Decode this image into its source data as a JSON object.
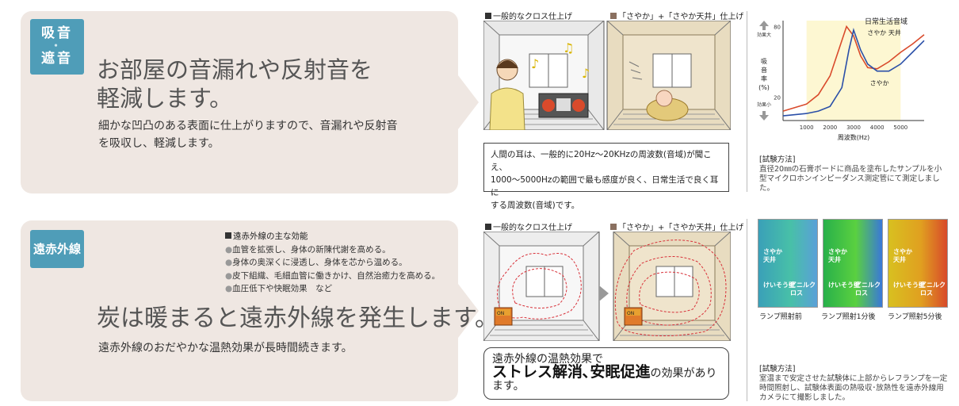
{
  "section1": {
    "badge_line1": "吸音",
    "badge_dot": "・",
    "badge_line2": "遮音",
    "headline_line1": "お部屋の音漏れや反射音を",
    "headline_line2": "軽減します。",
    "body_line1": "細かな凹凸のある表面に仕上がりますので、音漏れや反射音",
    "body_line2": "を吸収し、軽減します。",
    "label_left": "一般的なクロス仕上げ",
    "label_right": "「さやか」+「さやか天井」仕上げ",
    "note_line1": "人間の耳は、一般的に20Hz〜20KHzの周波数(音域)が聞こえ、",
    "note_line2": "1000〜5000Hzの範囲で最も感度が良く、日常生活で良く耳に",
    "note_line3": "する周波数(音域)です。",
    "method_title": "[試験方法]",
    "method_line1": "直径20㎜の石膏ボードに商品を塗布したサンプルを小",
    "method_line2": "型マイクロホンインピーダンス測定管にて測定しまし",
    "method_line3": "た。"
  },
  "section2": {
    "badge": "遠赤外線",
    "effects_title": "遠赤外線の主な効能",
    "effects": [
      "血管を拡張し、身体の新陳代謝を高める。",
      "身体の奥深くに浸透し、身体を芯から温める。",
      "皮下組織、毛細血管に働きかけ、自然治癒力を高める。",
      "血圧低下や快眠効果　など"
    ],
    "headline": "炭は暖まると遠赤外線を発生します。",
    "body": "遠赤外線のおだやかな温熱効果が長時間続きます。",
    "label_left": "一般的なクロス仕上げ",
    "label_right": "「さやか」+「さやか天井」仕上げ",
    "heater_label": "ON",
    "callout_line1": "遠赤外線の温熱効果で",
    "callout_strong": "ストレス解消､安眠促進",
    "callout_tail": "の効果があります。",
    "thermal_captions": [
      "ランプ照射前",
      "ランプ照射1分後",
      "ランプ照射5分後"
    ],
    "thermal_tag_sayaka": "さやか",
    "thermal_tag_tenjo": "天井",
    "thermal_tag_keisou": "けいそう壁",
    "thermal_tag_vinyl": "ビニルクロス",
    "method_title": "[試験方法]",
    "method_line1": "室温まで安定させた試験体に上部からレフランプを一定",
    "method_line2": "時間照射し、試験体表面の熱吸収･放熱性を遠赤外線用",
    "method_line3": "カメラにて撮影しました。"
  },
  "chart_data": {
    "type": "line",
    "title": "",
    "xlabel": "周波数(Hz)",
    "ylabel": "吸音率(%)",
    "xlim": [
      0,
      6000
    ],
    "ylim": [
      0,
      85
    ],
    "x_ticks": [
      1000,
      2000,
      3000,
      4000,
      5000
    ],
    "y_ticks": [
      20,
      80
    ],
    "y_top_label": "効果大",
    "y_bottom_label": "効果小",
    "region_label": "日常生活音域",
    "region": [
      1000,
      5000
    ],
    "series": [
      {
        "name": "さやか 天井",
        "color": "#d94a2b",
        "x": [
          0,
          1000,
          1500,
          2000,
          2400,
          2700,
          3000,
          3300,
          3600,
          4000,
          4500,
          5000,
          5500,
          6000
        ],
        "y": [
          8,
          14,
          22,
          38,
          62,
          80,
          72,
          55,
          45,
          44,
          50,
          58,
          65,
          73
        ]
      },
      {
        "name": "さやか",
        "color": "#2a4fa8",
        "x": [
          0,
          1000,
          1500,
          2000,
          2500,
          2800,
          3000,
          3300,
          3600,
          4000,
          4500,
          5000,
          5500,
          6000
        ],
        "y": [
          4,
          6,
          8,
          12,
          28,
          60,
          77,
          60,
          48,
          42,
          42,
          48,
          58,
          68
        ]
      }
    ]
  },
  "colors": {
    "panel": "#efe7e2",
    "badge": "#4f9db8",
    "chart_bg": "#fdf7d2",
    "heat_red": "#d8323a"
  }
}
